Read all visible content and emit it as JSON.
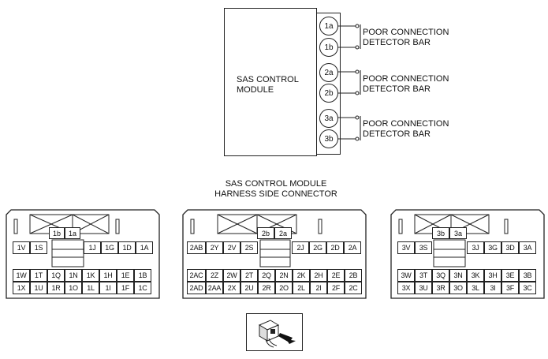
{
  "module": {
    "label": "SAS CONTROL\nMODULE",
    "pins": [
      "1a",
      "1b",
      "2a",
      "2b",
      "3a",
      "3b"
    ],
    "bar_label": "POOR CONNECTION\nDETECTOR BAR"
  },
  "harness_title": "SAS CONTROL MODULE\nHARNESS SIDE CONNECTOR",
  "connectors": [
    {
      "header": [
        "1b",
        "1a"
      ],
      "top_left": [
        "1V",
        "1S"
      ],
      "top_right": [
        "1J",
        "1G",
        "1D",
        "1A"
      ],
      "row1": [
        "1W",
        "1T",
        "1Q",
        "1N",
        "1K",
        "1H",
        "1E",
        "1B"
      ],
      "row2": [
        "1X",
        "1U",
        "1R",
        "1O",
        "1L",
        "1I",
        "1F",
        "1C"
      ]
    },
    {
      "header": [
        "2b",
        "2a"
      ],
      "top_left": [
        "2AB",
        "2Y",
        "2V",
        "2S"
      ],
      "top_right": [
        "2J",
        "2G",
        "2D",
        "2A"
      ],
      "row1": [
        "2AC",
        "2Z",
        "2W",
        "2T",
        "2Q",
        "2N",
        "2K",
        "2H",
        "2E",
        "2B"
      ],
      "row2": [
        "2AD",
        "2AA",
        "2X",
        "2U",
        "2R",
        "2O",
        "2L",
        "2I",
        "2F",
        "2C"
      ]
    },
    {
      "header": [
        "3b",
        "3a"
      ],
      "top_left": [
        "3V",
        "3S"
      ],
      "top_right": [
        "3J",
        "3G",
        "3D",
        "3A"
      ],
      "row1": [
        "3W",
        "3T",
        "3Q",
        "3N",
        "3K",
        "3H",
        "3E",
        "3B"
      ],
      "row2": [
        "3X",
        "3U",
        "3R",
        "3O",
        "3L",
        "3I",
        "3F",
        "3C"
      ]
    }
  ]
}
